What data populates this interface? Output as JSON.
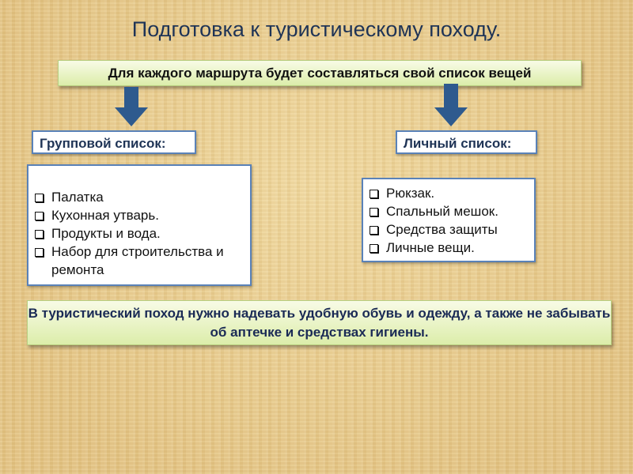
{
  "title": "Подготовка к туристическому походу.",
  "top_box": "Для  каждого маршрута будет составляться свой список вещей",
  "group": {
    "label": "Групповой список:",
    "items": [
      "Палатка",
      "Кухонная утварь.",
      "Продукты и вода.",
      "Набор для строительства и ремонта"
    ]
  },
  "personal": {
    "label": "Личный список:",
    "items": [
      "Рюкзак.",
      "Спальный мешок.",
      "Средства защиты",
      "Личные вещи."
    ]
  },
  "bottom_box": "В  туристический поход нужно надевать удобную обувь и одежду, а также не забывать об аптечке и средствах гигиены.",
  "colors": {
    "arrow": "#2e5a8e",
    "title": "#1f3456",
    "border": "#5a82b8"
  }
}
